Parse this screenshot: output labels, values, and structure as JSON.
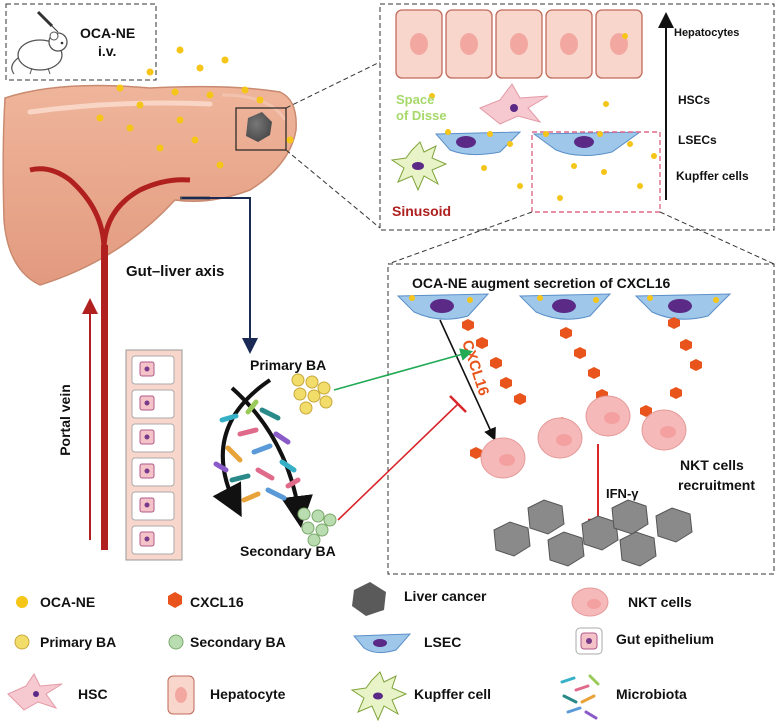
{
  "injection": {
    "line1": "OCA-NE",
    "line2": "i.v."
  },
  "liver": {
    "axis_label": "Gut–liver axis",
    "portal_vein": "Portal vein"
  },
  "zoom_top": {
    "layers": [
      "Hepatocytes",
      "HSCs",
      "LSECs",
      "Kupffer cells"
    ],
    "space_of_disse": [
      "Space",
      "of Disse"
    ],
    "sinusoid": "Sinusoid"
  },
  "zoom_bottom": {
    "title": "OCA-NE augment secretion of CXCL16",
    "cxcl16": "CXCL16",
    "nkt": [
      "NKT cells",
      "recruitment"
    ],
    "ifn": "IFN-γ"
  },
  "gut": {
    "primary": "Primary BA",
    "secondary": "Secondary BA"
  },
  "legend": [
    {
      "key": "oca",
      "label": "OCA-NE"
    },
    {
      "key": "cxcl16",
      "label": "CXCL16"
    },
    {
      "key": "cancer",
      "label": "Liver cancer"
    },
    {
      "key": "nkt",
      "label": "NKT cells"
    },
    {
      "key": "primary",
      "label": "Primary BA"
    },
    {
      "key": "secondary",
      "label": "Secondary BA"
    },
    {
      "key": "lsec",
      "label": "LSEC"
    },
    {
      "key": "gut",
      "label": "Gut epithelium"
    },
    {
      "key": "hsc",
      "label": "HSC"
    },
    {
      "key": "hep",
      "label": "Hepatocyte"
    },
    {
      "key": "kupffer",
      "label": "Kupffer cell"
    },
    {
      "key": "micro",
      "label": "Microbiota"
    }
  ],
  "colors": {
    "oca": "#f5c518",
    "cxcl16": "#e8541c",
    "liver": "#e9a98e",
    "portal": "#b0201f",
    "lsec": "#9ec7ea",
    "nucleus": "#5b2a86",
    "primary": "#f2dd6a",
    "secondary": "#b9dcb0",
    "nkt": "#f6b9b9",
    "cancer": "#5a5a5a",
    "disse": "#a6d86a",
    "sinusoid": "#b0201f"
  }
}
